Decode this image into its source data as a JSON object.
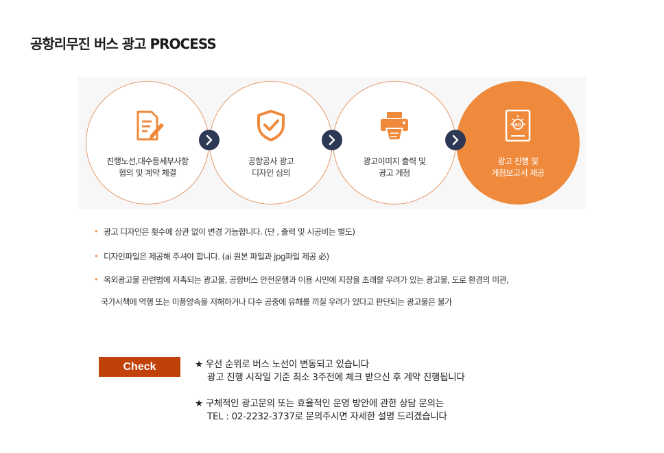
{
  "title": "공항리무진 버스 광고 PROCESS",
  "steps": [
    {
      "lines": [
        "진행노선,대수등세부사항",
        "협의 및 계약 체결"
      ],
      "icon": "document-edit-icon"
    },
    {
      "lines": [
        "공항공사 광고",
        "디자인 심의"
      ],
      "icon": "shield-check-icon"
    },
    {
      "lines": [
        "광고이미지 출력 및",
        "광고 게첨"
      ],
      "icon": "printer-icon"
    },
    {
      "lines": [
        "광고 진행 및",
        "게첨보고서 제공"
      ],
      "icon": "ad-report-icon"
    }
  ],
  "arrow_icon": "chevron-right-icon",
  "notes": [
    "광고  디자인은  횟수에 상관 없이 변경 가능합니다. (단 , 출력 및 시공비는 별도)",
    "디자인파일은 제공해 주셔야 합니다.   (ai  원본 파일과  jpg파일  제공 必)",
    "옥외광고물 관련법에 저촉되는 광고물, 공항버스 안전운행과 이용 시민에 지장을 초래할 우려가 있는 광고물, 도로 환경의 미관,"
  ],
  "note_continuation": "국가시책에 역행 또는 미풍양속을 저해하거나 다수 공중에 유해를 끼칠 우려가 있다고 판단되는 광고물은 불가",
  "bullet": "•",
  "check": {
    "label": "Check",
    "items": [
      {
        "star": "★",
        "line1": "우선 순위로 버스 노선이 변동되고 있습니다",
        "line2": "광고 진행 시작일 기준 최소 3주전에 체크 받으신 후 계약 진행됩니다"
      },
      {
        "star": "★",
        "line1": "구체적인 광고문의 또는 효율적인 운영 방안에 관한 상담 문의는",
        "line2": "TEL : 02-2232-3737로 문의주시면 자세한 설명 드리겠습니다"
      }
    ]
  },
  "colors": {
    "accent": "#ef8a3d",
    "navy": "#2c3854",
    "check_bg": "#c0410a"
  }
}
